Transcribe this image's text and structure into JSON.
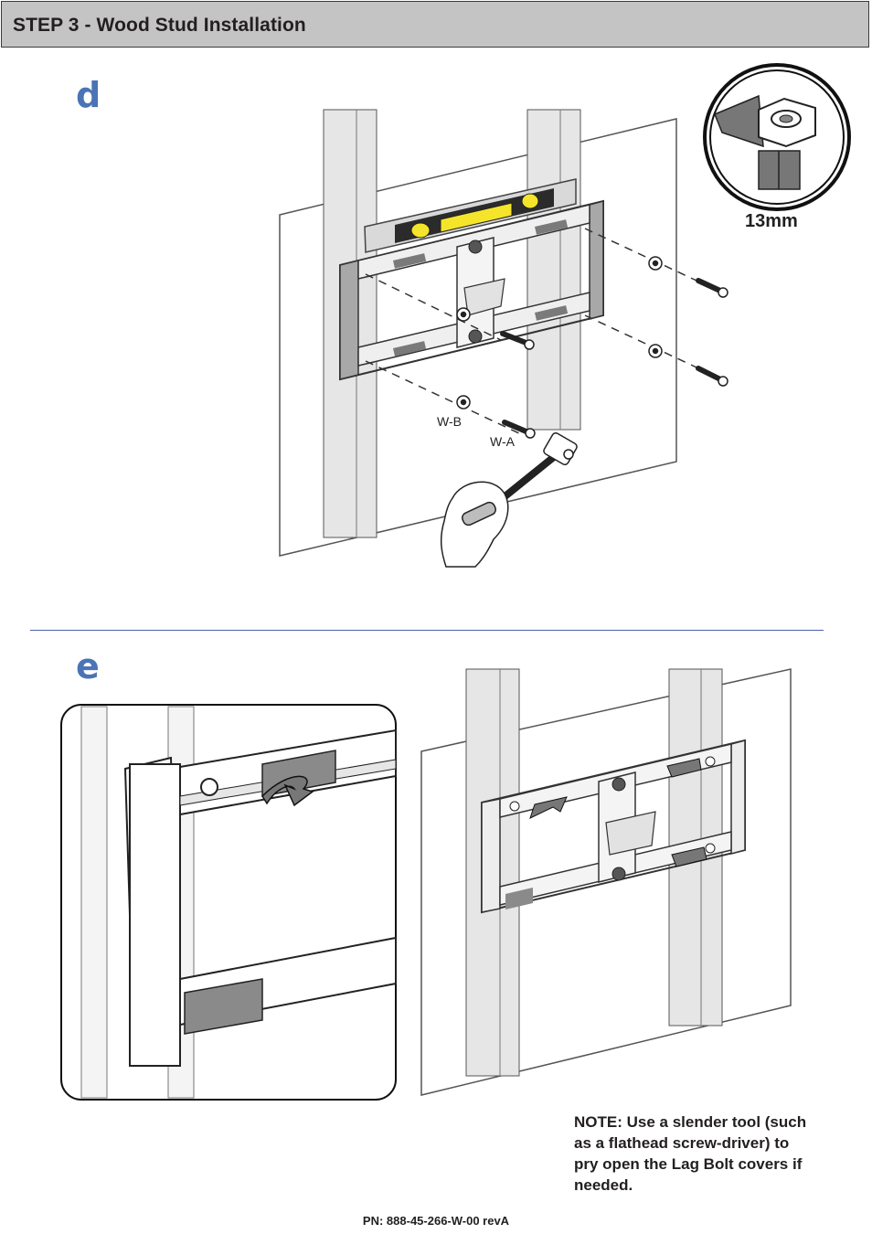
{
  "header": {
    "title": "STEP 3 - Wood Stud Installation"
  },
  "steps": {
    "d": {
      "letter": "d",
      "tool_size": "13mm",
      "washer_label": "W-B",
      "bolt_label": "W-A"
    },
    "e": {
      "letter": "e"
    }
  },
  "note": {
    "text": "NOTE:  Use a slender tool (such as a flathead screw-driver) to pry open the Lag Bolt covers if needed."
  },
  "footer": {
    "part_number": "PN: 888-45-266-W-00 revA"
  },
  "colors": {
    "accent_blue": "#4a74b5",
    "header_gray": "#c4c4c4",
    "level_yellow": "#f5e52a"
  }
}
